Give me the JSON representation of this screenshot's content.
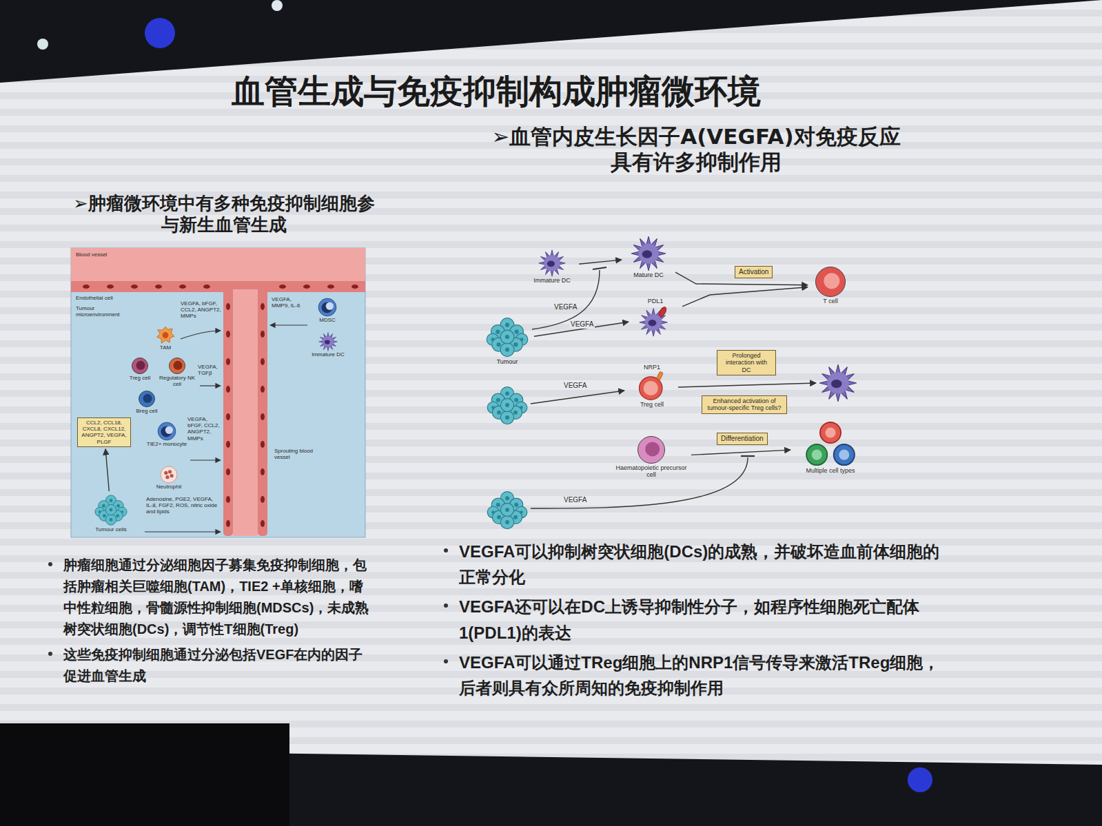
{
  "diagram": {
    "title": "血管生成与免疫抑制构成肿瘤微环境",
    "nodes": [
      {
        "text": [
          "TAM"
        ]
      },
      {
        "text": [
          "Treg cell"
        ]
      },
      {
        "text": [
          "Regulatory NK cell"
        ]
      },
      {
        "text": [
          "Breg cell"
        ]
      },
      {
        "text": [
          "CCL2, CCL18, CXCL8, CXCL12, ANGPT2, VEGFA, PLGF"
        ]
      },
      {
        "text": [
          "TIE2+ monocyte"
        ]
      },
      {
        "text": [
          "Neutrophil"
        ]
      },
      {
        "text": [
          "Tumour cells"
        ]
      },
      {
        "text": [
          "MDSC"
        ]
      },
      {
        "text": [
          "Immature DC"
        ]
      },
      {
        "text": [
          "Immature DC"
        ]
      },
      {
        "text": [
          "Mature DC"
        ]
      },
      {
        "text": [
          "Activation"
        ]
      },
      {
        "text": [
          "T cell"
        ]
      },
      {
        "text": [
          "Tumour"
        ]
      },
      {
        "text": [
          "PDL1"
        ]
      },
      {
        "text": [
          "Prolonged interaction with DC"
        ]
      },
      {
        "text": [
          "NRP1",
          "Treg cell"
        ]
      },
      {
        "text": [
          "Enhanced activation of tumour-specific Treg cells?"
        ]
      },
      {
        "text": [
          "Differentiation"
        ]
      },
      {
        "text": [
          "Haematopoietic precursor cell"
        ]
      },
      {
        "text": [
          "Multiple cell types"
        ]
      }
    ],
    "edges": [
      {
        "from": 7,
        "to": 4,
        "arrow": "to"
      },
      {
        "from": 10,
        "to": 11,
        "arrow": "to"
      },
      {
        "from": 11,
        "to": 13,
        "arrow": "to"
      },
      {
        "from": 14,
        "to": 15,
        "label": "VEGFA",
        "arrow": "to"
      },
      {
        "from": 15,
        "to": 13,
        "arrow": "to"
      },
      {
        "from": 20,
        "to": 21,
        "arrow": "to"
      }
    ],
    "labels": [
      "➢肿瘤微环境中有多种免疫抑制细胞参与新生血管生成",
      "➢血管内皮生长因子A(VEGFA)对免疫反应具有许多抑制作用",
      "Blood vessel",
      "Endothelial cell",
      "Tumour microenvironment",
      "VEGFA, bFGF, CCL2, ANGPT2, MMPs",
      "VEGFA, TGFβ",
      "VEGFA, bFGF, CCL2, ANGPT2, MMPs",
      "Adenosine, PGE2, VEGFA, IL-8, FGF2, ROS, nitric oxide and lipids",
      "VEGFA, MMP9, IL-6",
      "Sprouting blood vessel",
      "VEGFA",
      "VEGFA",
      "VEGFA",
      "肿瘤细胞通过分泌细胞因子募集免疫抑制细胞，包括肿瘤相关巨噬细胞(TAM)，TIE2 +单核细胞，嗜中性粒细胞，骨髓源性抑制细胞(MDSCs)，未成熟树突状细胞(DCs)，调节性T细胞(Treg)",
      "这些免疫抑制细胞通过分泌包括VEGF在内的因子促进血管生成",
      "VEGFA可以抑制树突状细胞(DCs)的成熟，并破坏造血前体细胞的正常分化",
      "VEGFA还可以在DC上诱导抑制性分子，如程序性细胞死亡配体1(PDL1)的表达",
      "VEGFA可以通过TReg细胞上的NRP1信号传导来激活TReg细胞，后者则具有众所周知的免疫抑制作用"
    ]
  }
}
